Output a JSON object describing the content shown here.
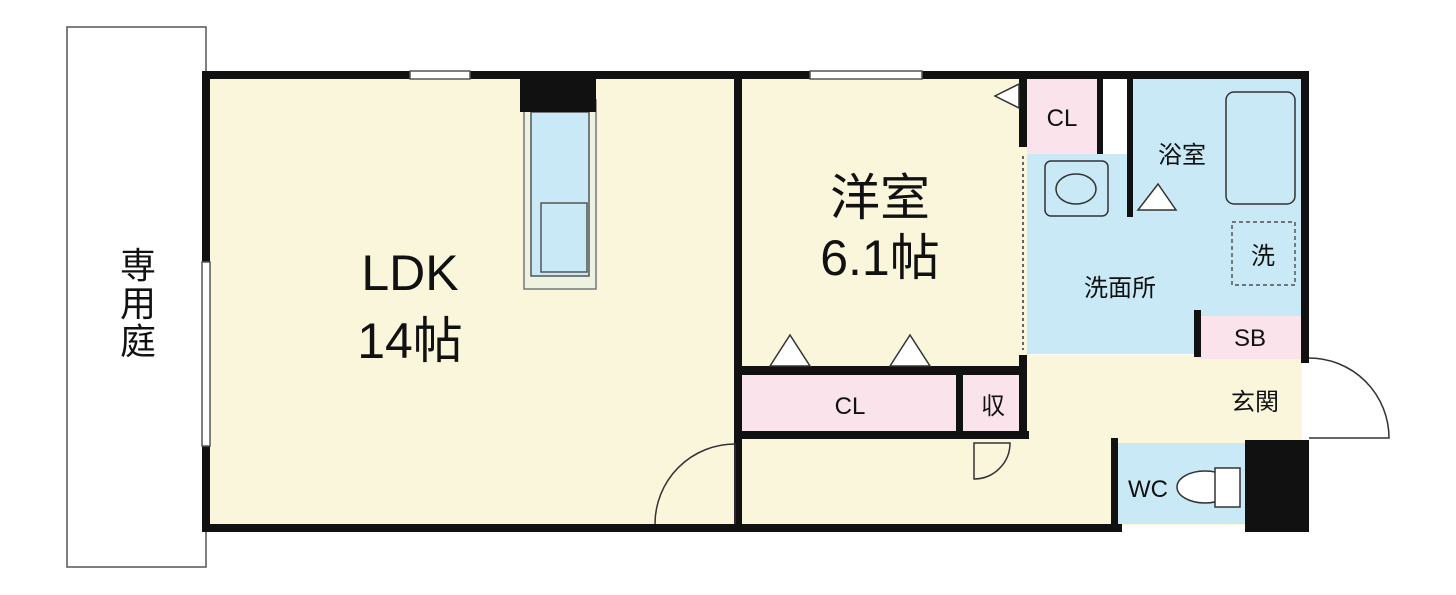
{
  "rooms": {
    "ldk": {
      "name": "LDK",
      "size": "14帖"
    },
    "western": {
      "name": "洋室",
      "size": "6.1帖"
    },
    "cl_bedroom": "CL",
    "cl_hall": "CL",
    "storage": "収",
    "bath": "浴室",
    "washroom": "洗面所",
    "washer": "洗",
    "shoebox": "SB",
    "entrance": "玄関",
    "toilet": "WC"
  },
  "garden": {
    "chars": [
      "専",
      "用",
      "庭"
    ]
  },
  "colors": {
    "floor": "#faf6dc",
    "wet_area": "#c8e9f5",
    "closet": "#fae3ea",
    "wall": "#111111",
    "kitchen": "#c8e9f5"
  }
}
